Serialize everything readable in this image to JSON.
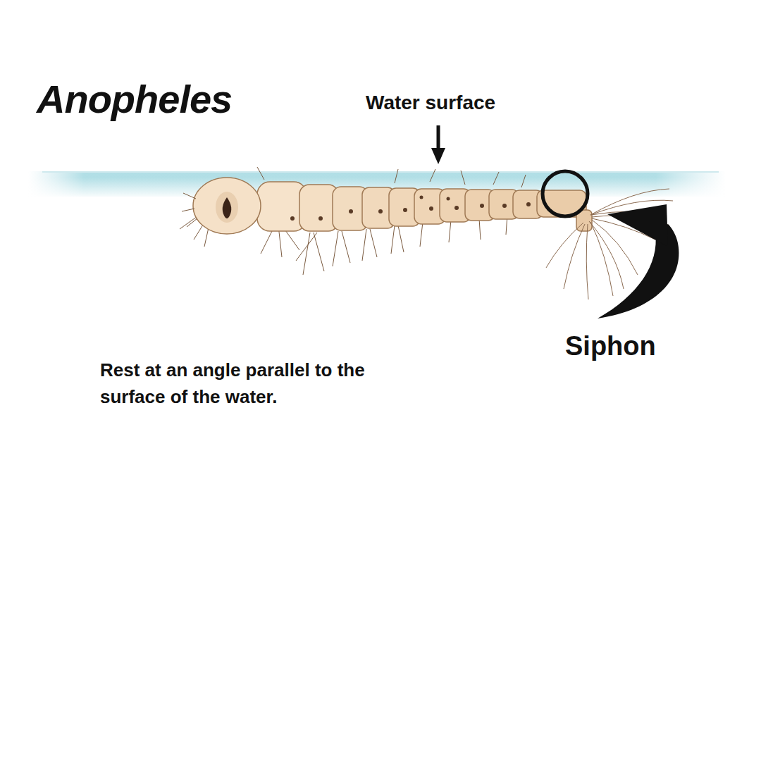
{
  "diagram": {
    "title": "Anopheles",
    "labels": [
      "Water surface",
      "Siphon",
      "Rest at an angle parallel to the surface of the water."
    ]
  }
}
